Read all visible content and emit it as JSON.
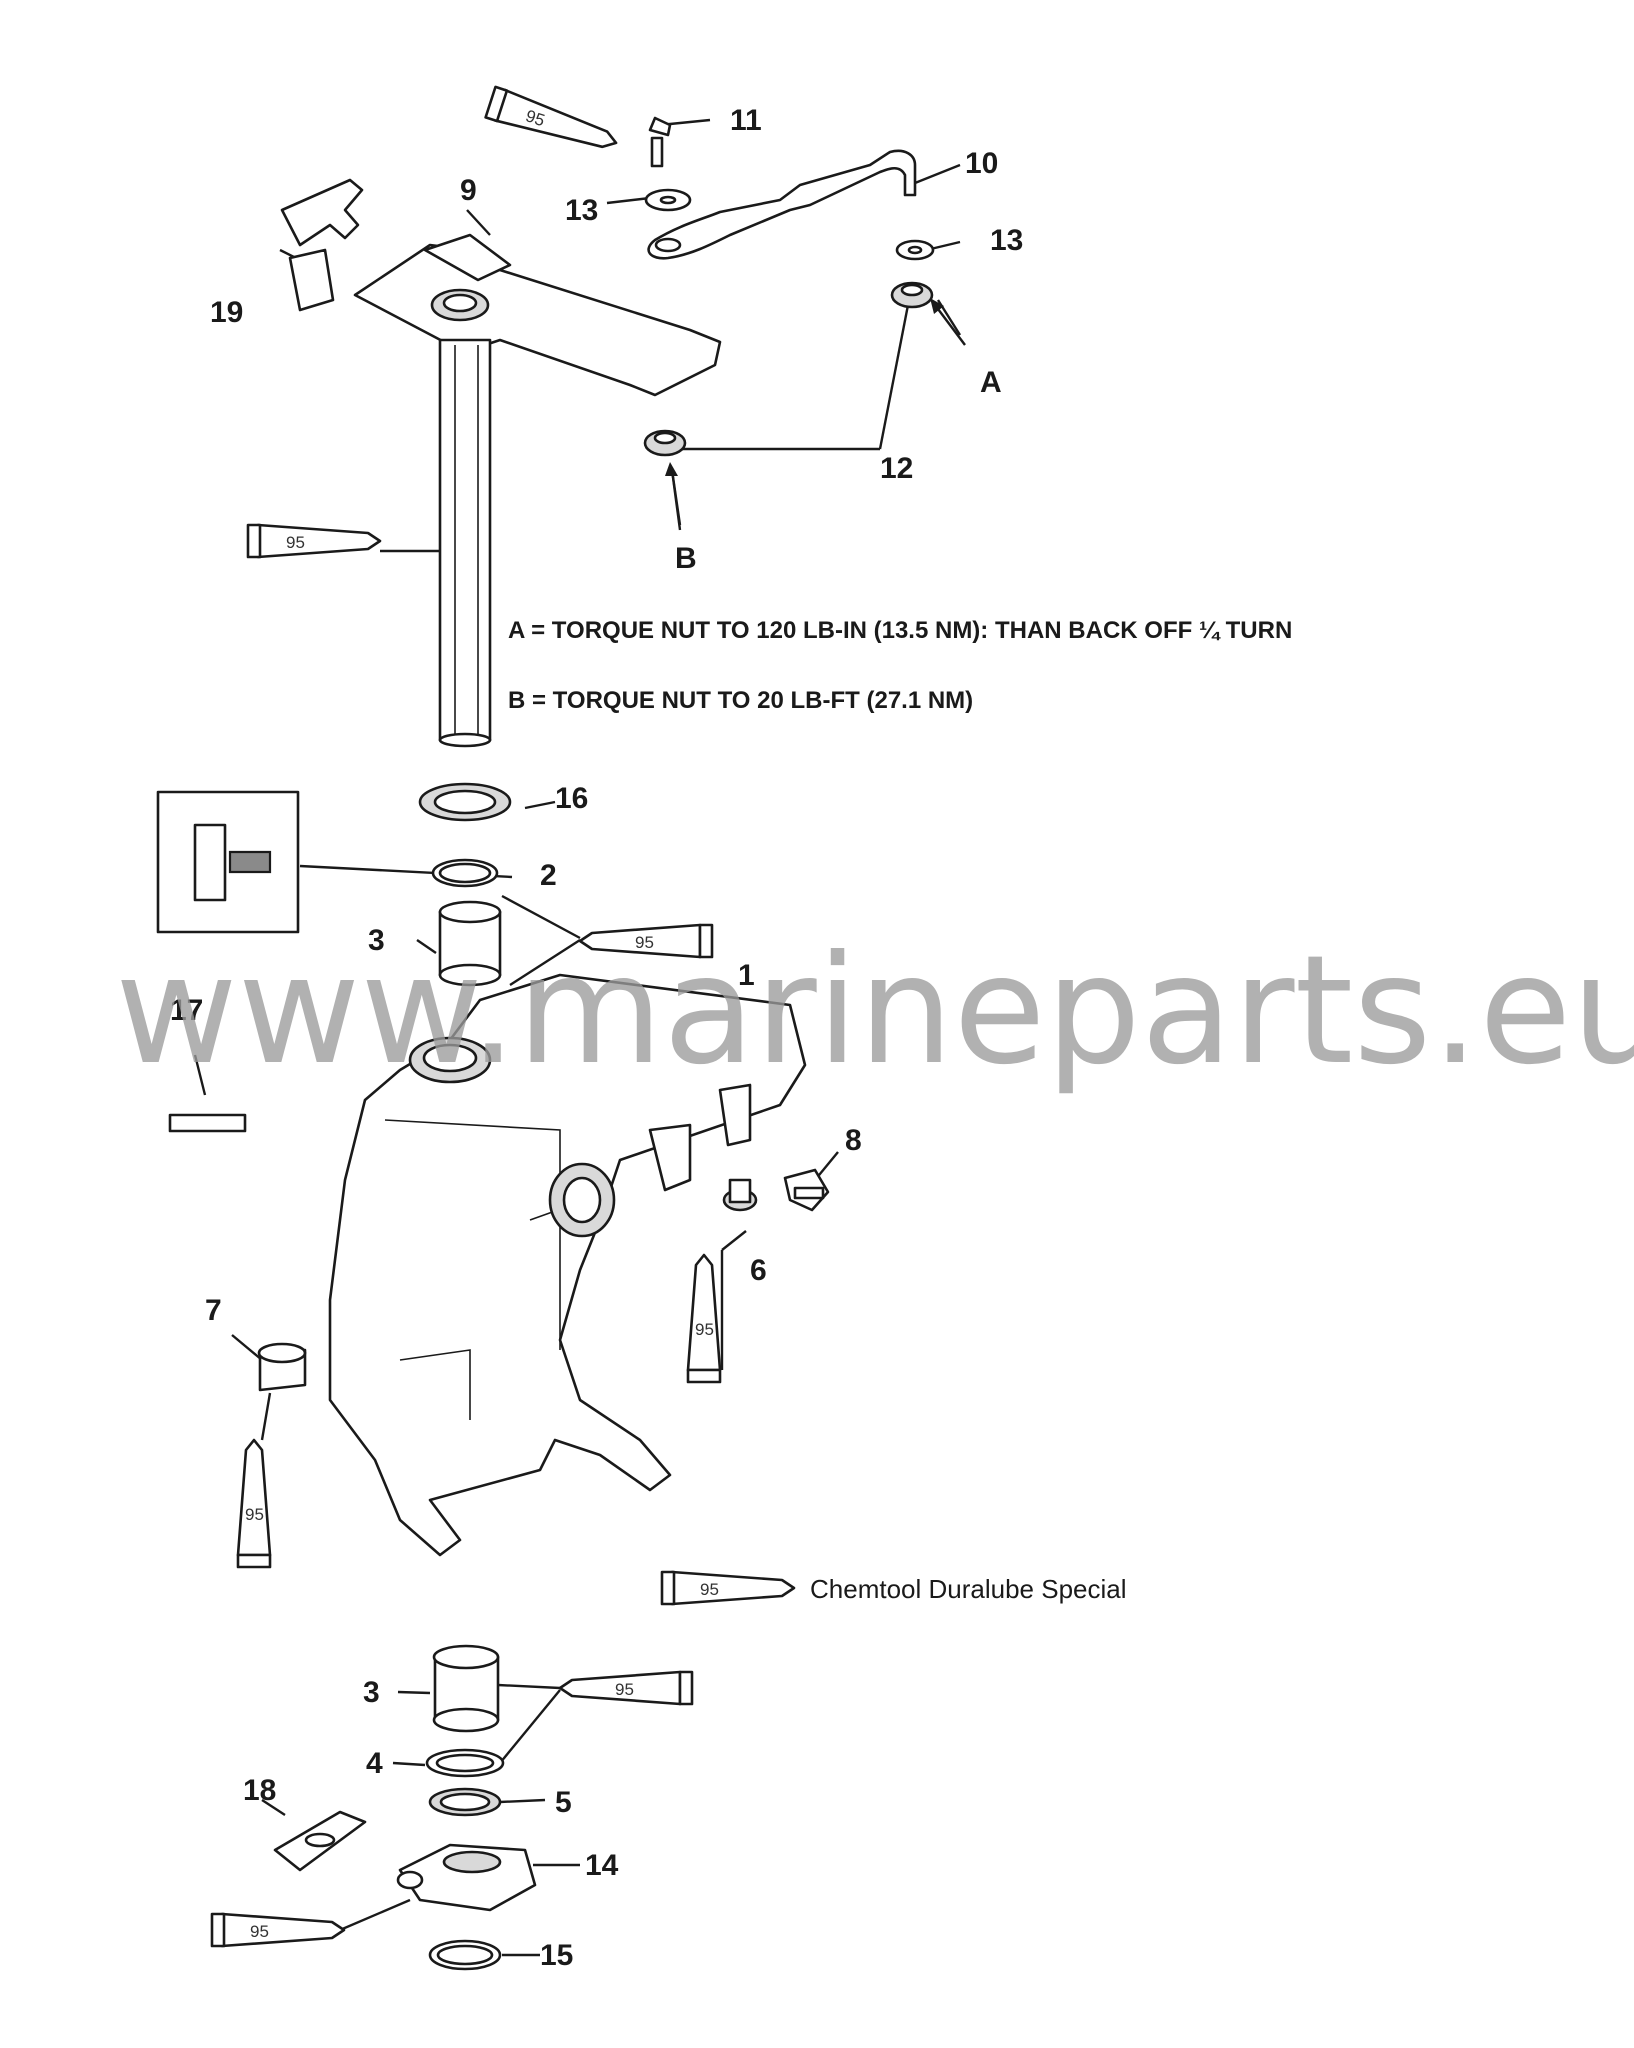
{
  "callouts": {
    "c1": "1",
    "c2": "2",
    "c3a": "3",
    "c3b": "3",
    "c4": "4",
    "c5": "5",
    "c6": "6",
    "c7": "7",
    "c8": "8",
    "c9": "9",
    "c10": "10",
    "c11": "11",
    "c12": "12",
    "c13a": "13",
    "c13b": "13",
    "c14": "14",
    "c15": "15",
    "c16": "16",
    "c17": "17",
    "c18": "18",
    "c19": "19",
    "markA": "A",
    "markB": "B"
  },
  "notes": {
    "a": "A = TORQUE  NUT TO 120 LB-IN (13.5 NM): THAN BACK OFF ¼ TURN",
    "b": "B = TORQUE NUT TO 20 LB-FT (27.1 NM)"
  },
  "lubricant": {
    "code": "95",
    "legend": "Chemtool Duralube Special"
  },
  "watermark": "www.marineparts.eu"
}
